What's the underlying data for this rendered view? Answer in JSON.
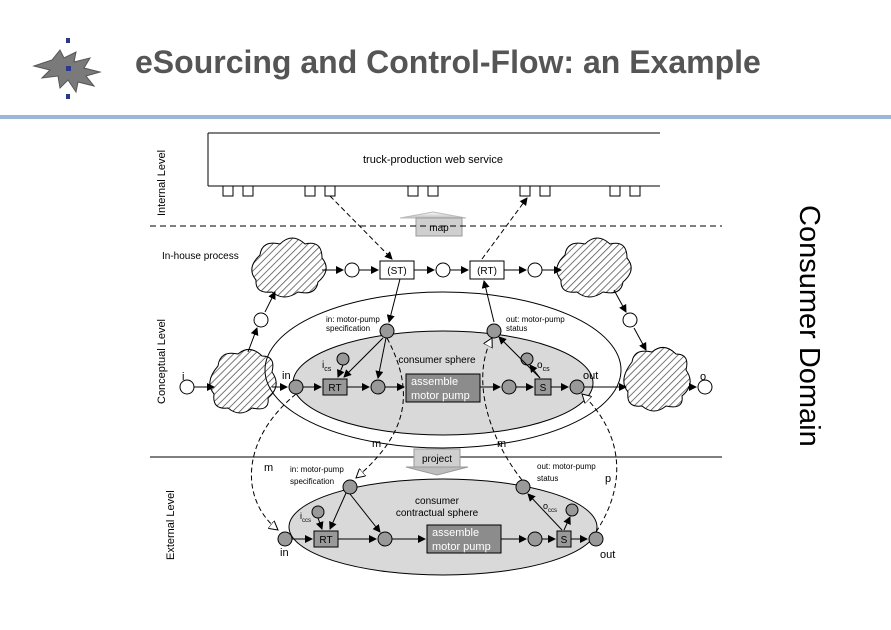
{
  "title": "eSourcing and Control-Flow: an Example",
  "side_label": "Consumer Domain",
  "levels": {
    "internal": "Internal Level",
    "conceptual": "Conceptual Level",
    "external": "External Level"
  },
  "service": "truck-production web service",
  "map_label": "map",
  "project_label": "project",
  "inhouse_label": "In-house process",
  "st_label": "(ST)",
  "rt_paren_label": "(RT)",
  "conceptual": {
    "in_spec_1": "in: motor-pump",
    "in_spec_2": "specification",
    "out_status_1": "out: motor-pump",
    "out_status_2": "status",
    "sphere": "consumer sphere",
    "ics": "i",
    "ics_sub": "cs",
    "ocs": "o",
    "ocs_sub": "cs",
    "in": "in",
    "out": "out",
    "rt": "RT",
    "s": "S",
    "task_1": "assemble",
    "task_2": "motor pump",
    "i": "i",
    "o": "o",
    "m_left": "m",
    "m_right": "m"
  },
  "external": {
    "m": "m",
    "p": "p",
    "in_spec_1": "in: motor-pump",
    "in_spec_2": "specification",
    "out_status_1": "out: motor-pump",
    "out_status_2": "status",
    "sphere_1": "consumer",
    "sphere_2": "contractual sphere",
    "iccs": "i",
    "iccs_sub": "ccs",
    "occs": "o",
    "occs_sub": "ccs",
    "in": "in",
    "out": "out",
    "rt": "RT",
    "s": "S",
    "task_1": "assemble",
    "task_2": "motor pump"
  },
  "colors": {
    "accent_rule": "#9bb7d9",
    "title_text": "#555555",
    "sphere_fill": "#d9d9d9",
    "task_fill": "#8c8c8c",
    "place_fill": "#999999"
  }
}
